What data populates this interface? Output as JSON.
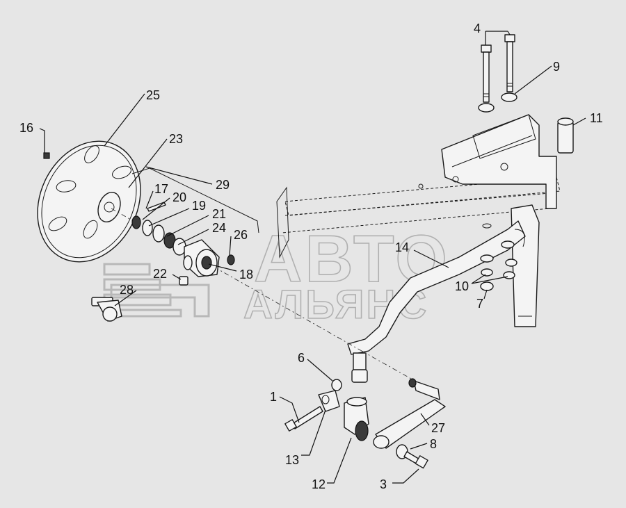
{
  "watermark": {
    "line1": "АВТО",
    "line2": "АЛЬЯНС"
  },
  "callouts": {
    "c1": "1",
    "c3": "3",
    "c4": "4",
    "c6": "6",
    "c7": "7",
    "c8": "8",
    "c9": "9",
    "c10": "10",
    "c11": "11",
    "c12": "12",
    "c13": "13",
    "c14": "14",
    "c16": "16",
    "c17": "17",
    "c18": "18",
    "c19": "19",
    "c20": "20",
    "c21": "21",
    "c22": "22",
    "c23": "23",
    "c24": "24",
    "c25": "25",
    "c26": "26",
    "c27": "27",
    "c28": "28",
    "c29": "29"
  }
}
